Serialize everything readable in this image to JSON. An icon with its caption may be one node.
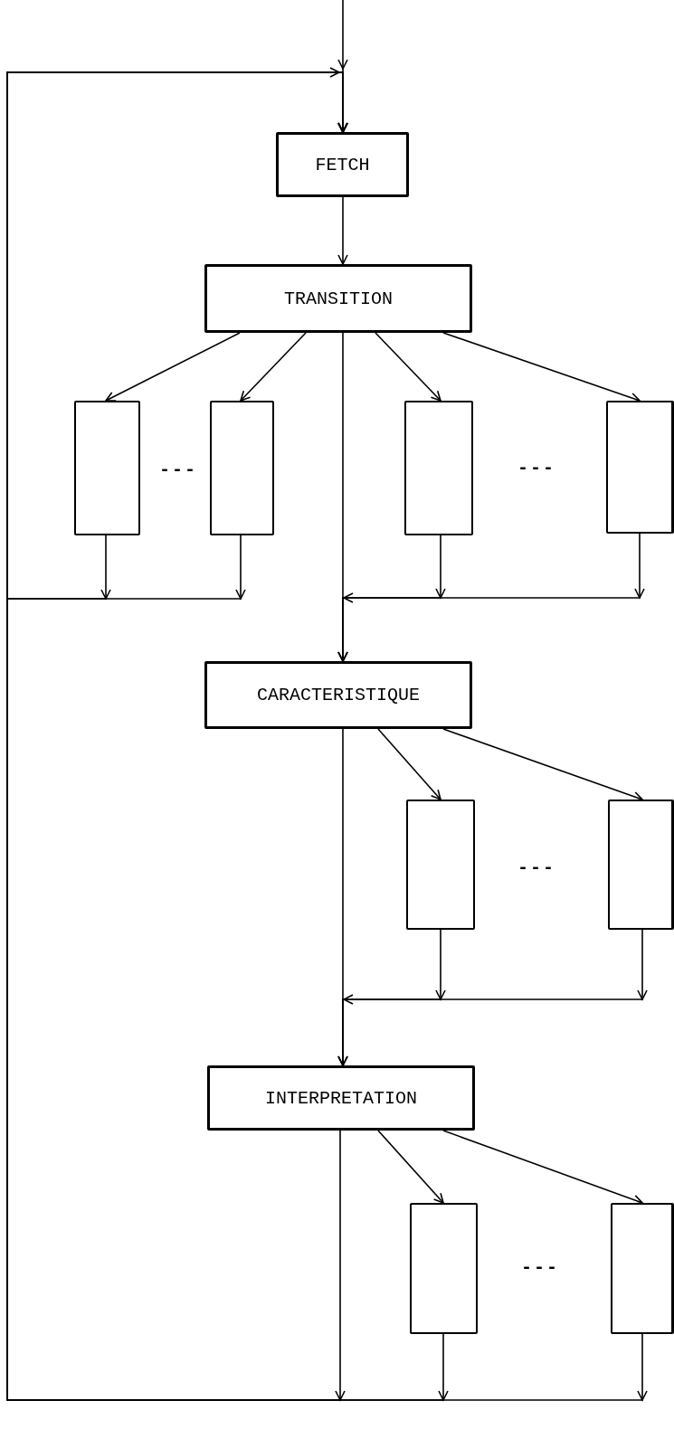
{
  "diagram": {
    "nodes": [
      {
        "text": [
          "FETCH"
        ]
      },
      {
        "text": [
          "TRANSITION"
        ]
      },
      {
        "text": [],
        "shape": "box"
      },
      {
        "text": [],
        "shape": "box"
      },
      {
        "text": [],
        "shape": "box"
      },
      {
        "text": [],
        "shape": "box"
      },
      {
        "text": [
          "CARACTERISTIQUE"
        ]
      },
      {
        "text": [],
        "shape": "box"
      },
      {
        "text": [],
        "shape": "box"
      },
      {
        "text": [
          "INTERPRETATION"
        ]
      },
      {
        "text": [],
        "shape": "box"
      },
      {
        "text": [],
        "shape": "box"
      }
    ],
    "edges": [
      {
        "from": null,
        "to": 0,
        "arrow": "to"
      },
      {
        "from": 0,
        "to": 1,
        "arrow": "to"
      },
      {
        "from": 1,
        "to": 2,
        "arrow": "to"
      },
      {
        "from": 1,
        "to": 3,
        "arrow": "to"
      },
      {
        "from": 1,
        "to": 4,
        "arrow": "to"
      },
      {
        "from": 1,
        "to": 5,
        "arrow": "to"
      },
      {
        "from": 1,
        "to": 6,
        "arrow": "to"
      },
      {
        "from": 2,
        "to": 0,
        "arrow": "to"
      },
      {
        "from": 3,
        "to": 0,
        "arrow": "to"
      },
      {
        "from": 4,
        "to": 6,
        "arrow": "to"
      },
      {
        "from": 5,
        "to": 6,
        "arrow": "to"
      },
      {
        "from": 6,
        "to": 7,
        "arrow": "to"
      },
      {
        "from": 6,
        "to": 8,
        "arrow": "to"
      },
      {
        "from": 6,
        "to": 9,
        "arrow": "to"
      },
      {
        "from": 7,
        "to": 9,
        "arrow": "to"
      },
      {
        "from": 8,
        "to": 9,
        "arrow": "to"
      },
      {
        "from": 9,
        "to": 10,
        "arrow": "to"
      },
      {
        "from": 9,
        "to": 11,
        "arrow": "to"
      },
      {
        "from": 9,
        "to": 0,
        "arrow": "to"
      },
      {
        "from": 10,
        "to": 0,
        "arrow": "to"
      },
      {
        "from": 11,
        "to": 0,
        "arrow": "to"
      }
    ],
    "labels": [
      "---",
      "---",
      "---",
      "---"
    ]
  }
}
